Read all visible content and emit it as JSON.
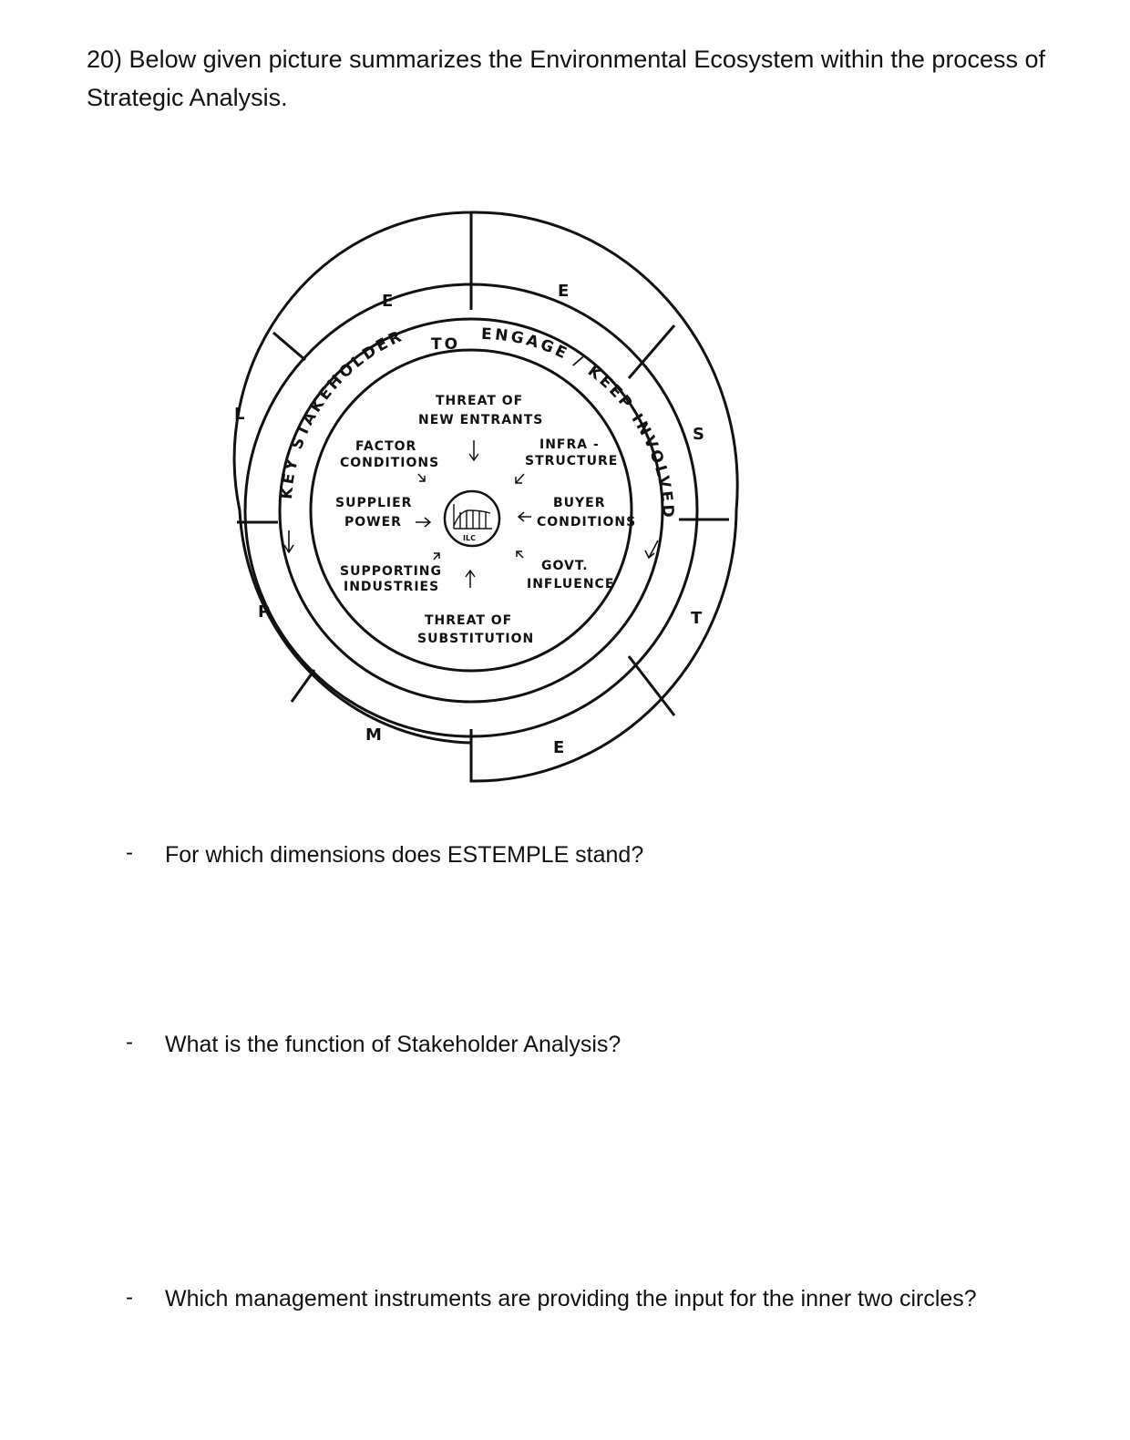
{
  "question": {
    "number": "20)",
    "text": "Below given picture summarizes the Environmental Ecosystem within the process of Strategic Analysis."
  },
  "diagram": {
    "outer_segments": [
      "E",
      "S",
      "T",
      "E",
      "M",
      "P",
      "L",
      "E"
    ],
    "ring_text_left": "KEY STAKEHOLDERS",
    "ring_text_to": "TO",
    "ring_text_right": "ENGAGE / KEEP INVOLVED",
    "inner_labels": {
      "threat_new_1": "THREAT OF",
      "threat_new_2": "NEW ENTRANTS",
      "factor_1": "FACTOR",
      "factor_2": "CONDITIONS",
      "infra_1": "INFRA -",
      "infra_2": "STRUCTURE",
      "supplier_1": "SUPPLIER",
      "supplier_2": "POWER",
      "buyer_1": "BUYER",
      "buyer_2": "CONDITIONS",
      "supporting_1": "SUPPORTING",
      "supporting_2": "INDUSTRIES",
      "govt_1": "GOVT.",
      "govt_2": "INFLUENCE",
      "subst_1": "THREAT OF",
      "subst_2": "SUBSTITUTION",
      "ilc": "ILC"
    }
  },
  "sub_questions": [
    {
      "bullet": "-",
      "text": "For which dimensions does ESTEMPLE stand?"
    },
    {
      "bullet": "-",
      "text": "What is the function of Stakeholder Analysis?"
    },
    {
      "bullet": "-",
      "text": "Which management instruments are providing the input for the inner two circles?"
    }
  ]
}
